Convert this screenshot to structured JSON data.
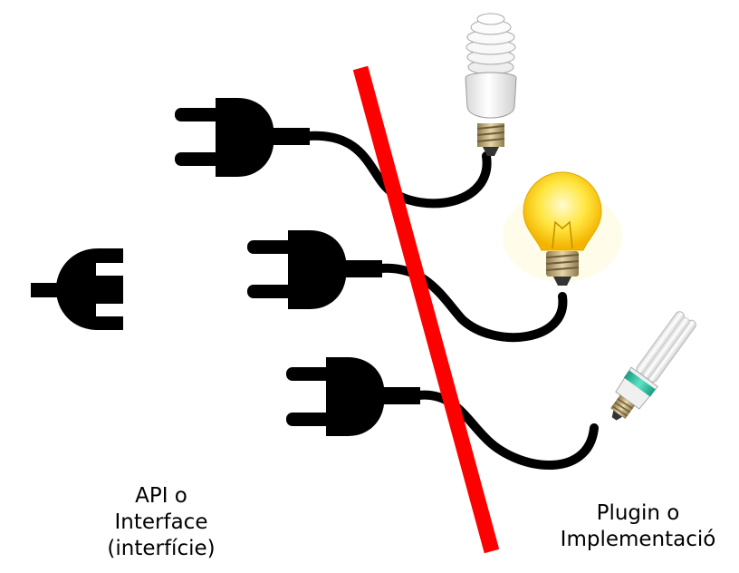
{
  "labels": {
    "api": [
      "API o",
      "Interface",
      "(interfície)"
    ],
    "plugin": [
      "Plugin o",
      "Implementació"
    ]
  },
  "colors": {
    "divider": "#ff0000",
    "plug": "#000000",
    "spiral_bulb_glass": "#f4f4f4",
    "incandescent_bulb_glow": "#ffe640",
    "compact_bulb_band": "#2fc7a3",
    "bulb_base": "#c9b07a"
  },
  "icons": [
    "socket-icon",
    "plug-icon",
    "spiral-cfl-bulb-icon",
    "incandescent-bulb-icon",
    "tube-cfl-bulb-icon"
  ]
}
